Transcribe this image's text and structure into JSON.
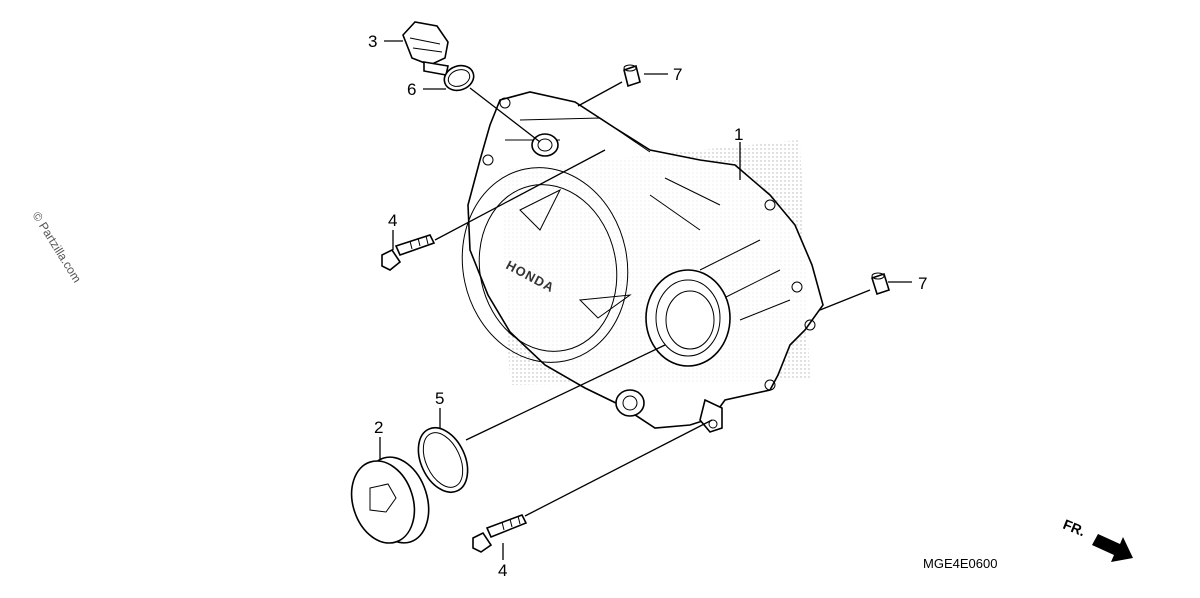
{
  "callouts": {
    "c1": "1",
    "c2": "2",
    "c3": "3",
    "c4a": "4",
    "c4b": "4",
    "c5": "5",
    "c6": "6",
    "c7a": "7",
    "c7b": "7"
  },
  "watermark": "© Partzilla.com",
  "diagram_code": "MGE4E0600",
  "direction_label": "FR.",
  "cover_emblem": "HONDA"
}
